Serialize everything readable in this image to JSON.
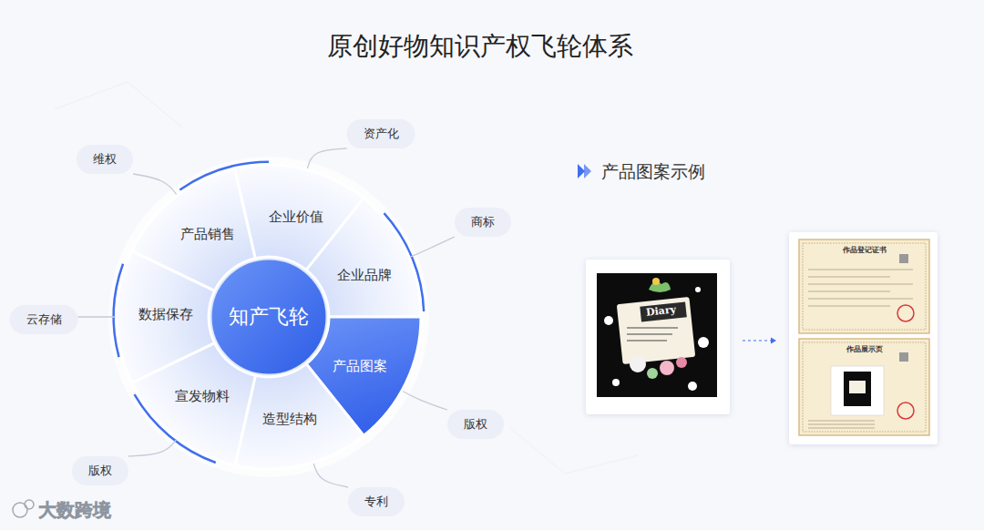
{
  "diagram": {
    "title": "原创好物知识产权飞轮体系",
    "nodes": [
      {
        "text": [
          "知产飞轮"
        ]
      },
      {
        "text": [
          "产品销售"
        ]
      },
      {
        "text": [
          "企业价值"
        ]
      },
      {
        "text": [
          "企业品牌"
        ]
      },
      {
        "text": [
          "产品图案"
        ]
      },
      {
        "text": [
          "造型结构"
        ]
      },
      {
        "text": [
          "宣发物料"
        ]
      },
      {
        "text": [
          "数据保存"
        ]
      },
      {
        "text": [
          "维权"
        ]
      },
      {
        "text": [
          "资产化"
        ]
      },
      {
        "text": [
          "商标"
        ]
      },
      {
        "text": [
          "版权"
        ]
      },
      {
        "text": [
          "专利"
        ]
      },
      {
        "text": [
          "版权"
        ]
      },
      {
        "text": [
          "云存储"
        ]
      },
      {
        "text": [
          "作品登记证书"
        ]
      },
      {
        "text": [
          "作品展示页"
        ]
      }
    ],
    "edges": [
      {
        "from": 1,
        "to": 8,
        "arrow": "none"
      },
      {
        "from": 2,
        "to": 9,
        "arrow": "none"
      },
      {
        "from": 3,
        "to": 10,
        "arrow": "none"
      },
      {
        "from": 4,
        "to": 11,
        "arrow": "none"
      },
      {
        "from": 5,
        "to": 12,
        "arrow": "none"
      },
      {
        "from": 6,
        "to": 13,
        "arrow": "none"
      },
      {
        "from": 7,
        "to": 14,
        "arrow": "none"
      }
    ],
    "labels": [
      "产品图案示例",
      "Diary",
      "大数跨境"
    ]
  }
}
